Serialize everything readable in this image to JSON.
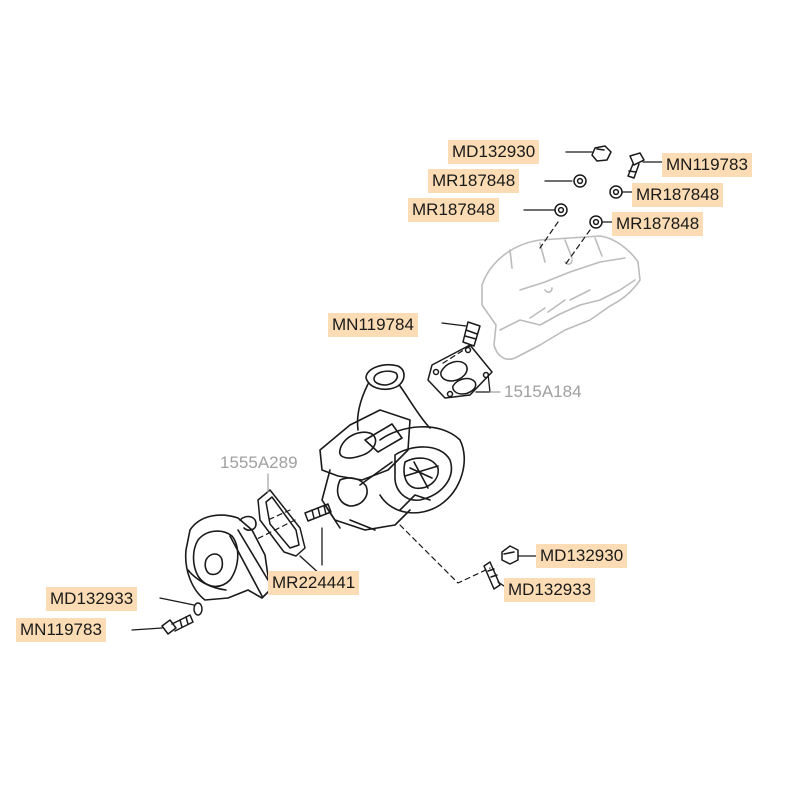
{
  "colors": {
    "highlight": "#fbdcb4",
    "line": "#1a1a1a",
    "faded_part": "#bcbcbc",
    "muted_label": "#a0a0a0"
  },
  "labels": {
    "l1": "MD132930",
    "l2": "MN119783",
    "l3": "MR187848",
    "l4": "MR187848",
    "l5": "MR187848",
    "l6": "MR187848",
    "l7": "MN119784",
    "l8": "1515A184",
    "l9": "1555A289",
    "l10": "MD132930",
    "l11": "MR224441",
    "l12": "MD132933",
    "l13": "MD132933",
    "l14": "MN119783"
  }
}
